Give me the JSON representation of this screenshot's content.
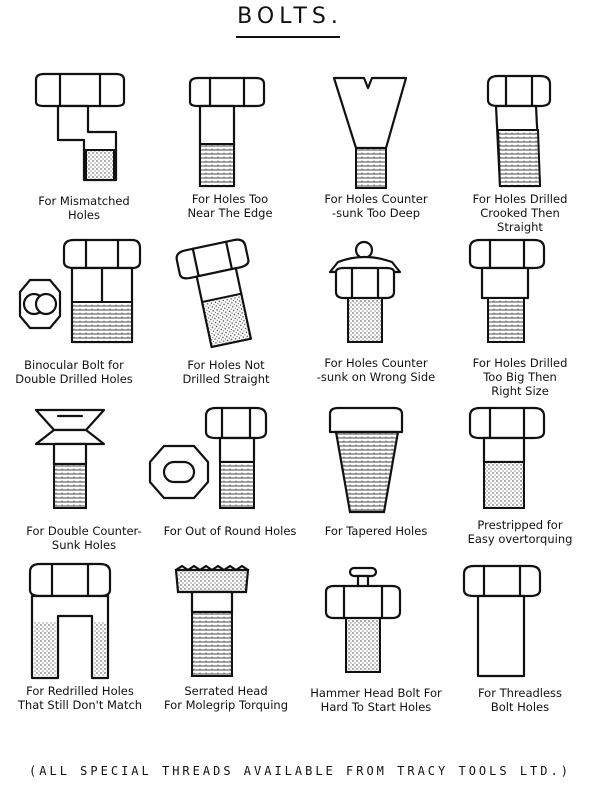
{
  "title": "BOLTS.",
  "captions": [
    {
      "text": "For Mismatched\nHoles"
    },
    {
      "text": "For Holes Too\nNear The Edge"
    },
    {
      "text": "For Holes Counter\n-sunk Too Deep"
    },
    {
      "text": "For Holes Drilled\nCrooked Then\nStraight"
    },
    {
      "text": "Binocular Bolt for\nDouble Drilled Holes"
    },
    {
      "text": "For Holes Not\nDrilled Straight"
    },
    {
      "text": "For Holes Counter\n-sunk on Wrong Side"
    },
    {
      "text": "For Holes Drilled\nToo Big Then\nRight Size"
    },
    {
      "text": "For Double Counter-\nSunk Holes"
    },
    {
      "text": "For Out of Round Holes"
    },
    {
      "text": "For Tapered Holes"
    },
    {
      "text": "Prestripped for\nEasy overtorquing"
    },
    {
      "text": "For Redrilled Holes\nThat Still Don't Match"
    },
    {
      "text": "Serrated Head\nFor Molegrip Torquing"
    },
    {
      "text": "Hammer Head Bolt For\nHard To Start Holes"
    },
    {
      "text": "For Threadless\nBolt Holes"
    }
  ],
  "footer": "(ALL SPECIAL THREADS AVAILABLE FROM TRACY TOOLS LTD.)"
}
